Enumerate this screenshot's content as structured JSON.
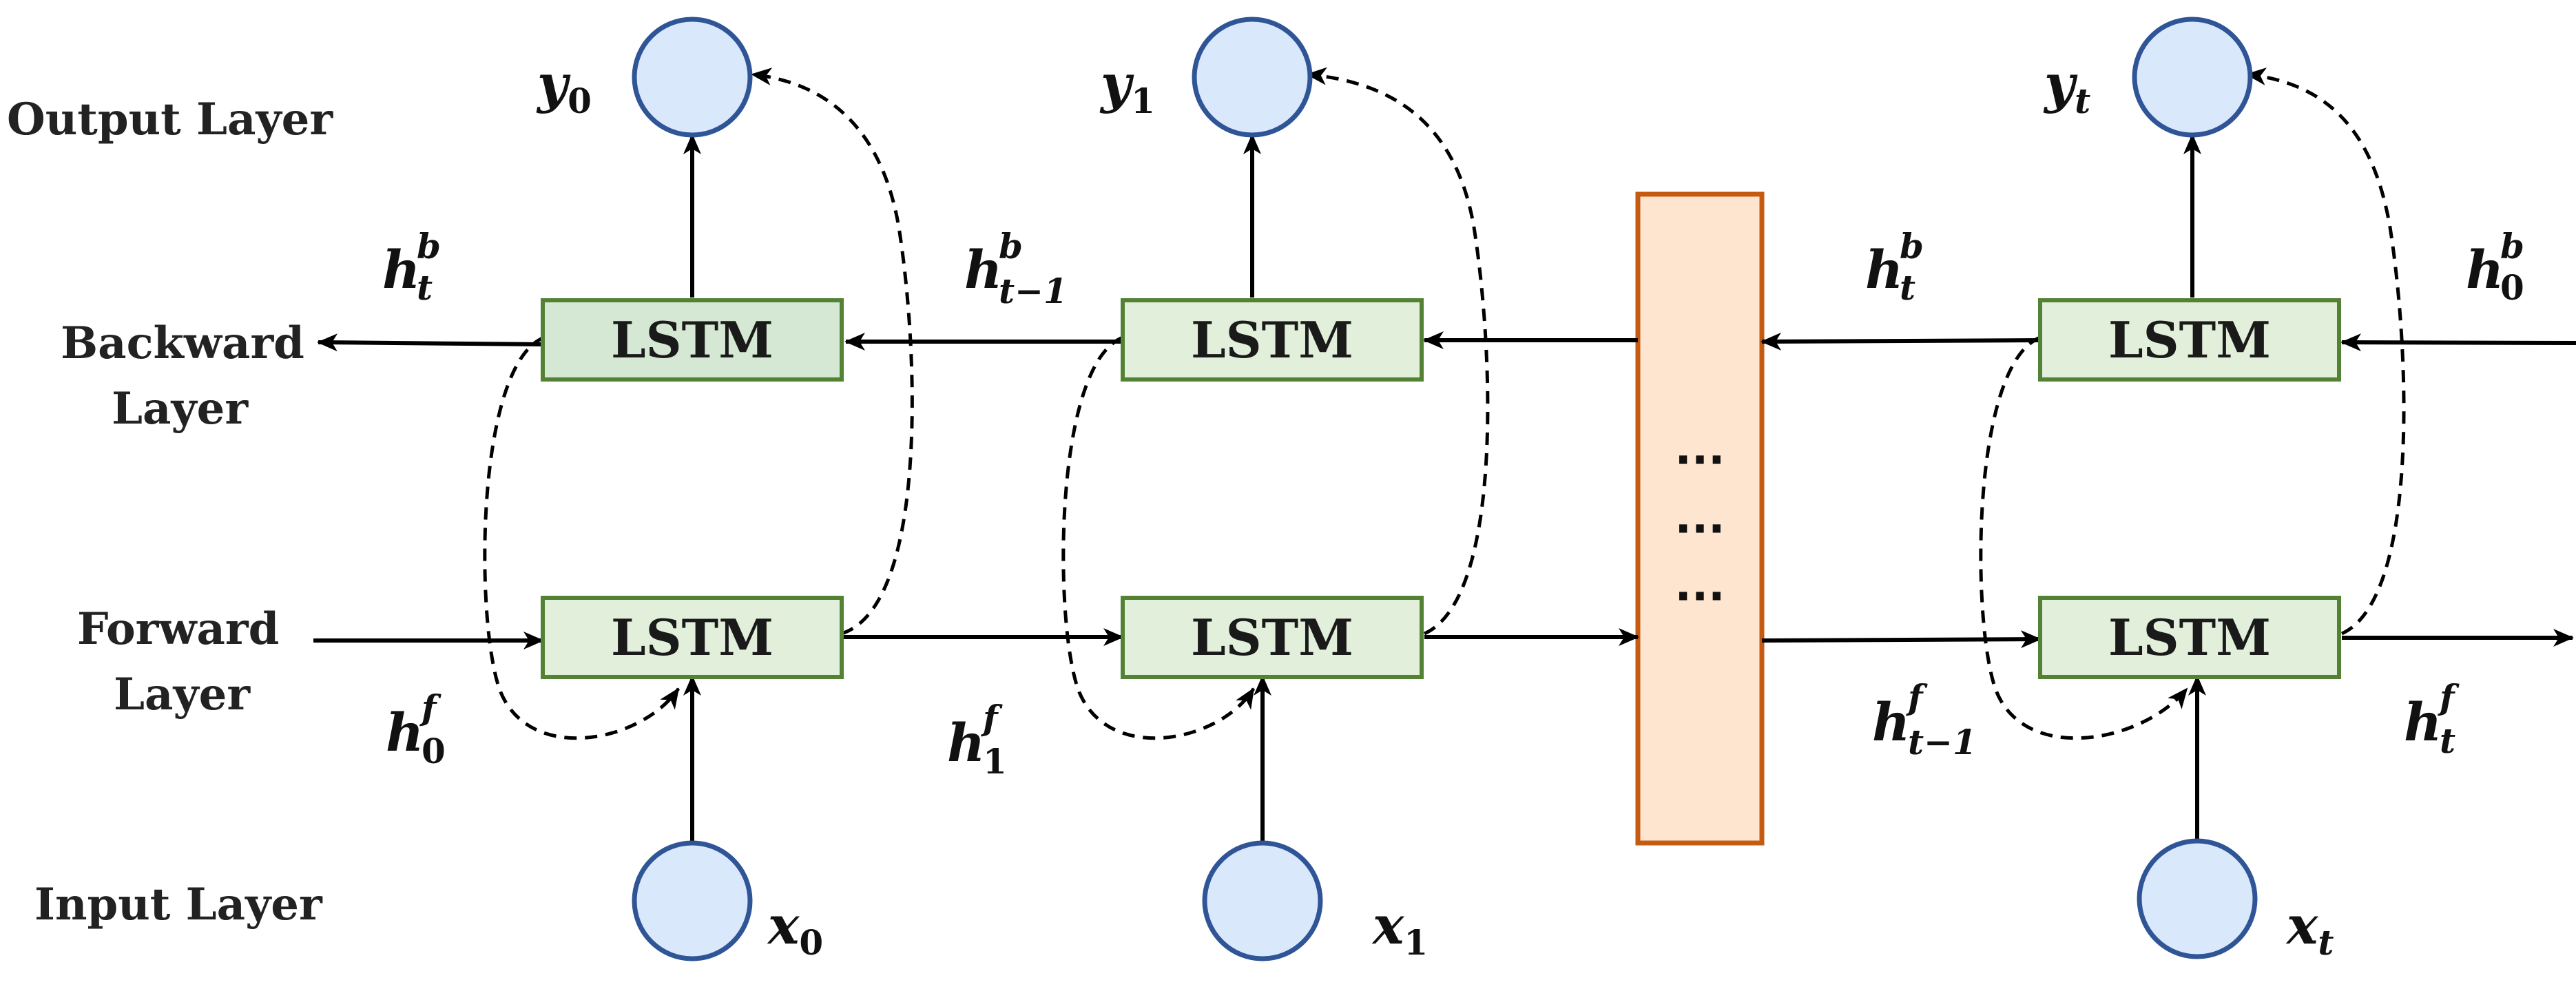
{
  "layers": {
    "output": "Output Layer",
    "backward_line1": "Backward",
    "backward_line2": "Layer",
    "forward_line1": "Forward",
    "forward_line2": "Layer",
    "input": "Input Layer"
  },
  "cells": {
    "lstm": "LSTM"
  },
  "ellipsis": [
    "···",
    "···",
    "···"
  ],
  "outputs": [
    {
      "base": "y",
      "sub": "0"
    },
    {
      "base": "y",
      "sub": "1"
    },
    {
      "base": "y",
      "sub": "t"
    }
  ],
  "inputs": [
    {
      "base": "x",
      "sub": "0"
    },
    {
      "base": "x",
      "sub": "1"
    },
    {
      "base": "x",
      "sub": "t"
    }
  ],
  "backward_states": [
    {
      "base": "h",
      "sup": "b",
      "sub": "t"
    },
    {
      "base": "h",
      "sup": "b",
      "sub": "t−1"
    },
    {
      "base": "h",
      "sup": "b",
      "sub": "t"
    },
    {
      "base": "h",
      "sup": "b",
      "sub": "0"
    }
  ],
  "forward_states": [
    {
      "base": "h",
      "sup": "f",
      "sub": "0"
    },
    {
      "base": "h",
      "sup": "f",
      "sub": "1"
    },
    {
      "base": "h",
      "sup": "f",
      "sub": "t−1"
    },
    {
      "base": "h",
      "sup": "f",
      "sub": "t"
    }
  ],
  "colors": {
    "node_fill": "#dae8fc",
    "node_stroke": "#2f5597",
    "lstm_fill_light": "#e2efda",
    "lstm_fill_dark": "#d5e8d4",
    "lstm_stroke": "#548235",
    "block_fill": "#fde5d0",
    "block_stroke": "#c55a11",
    "line": "#000000"
  }
}
